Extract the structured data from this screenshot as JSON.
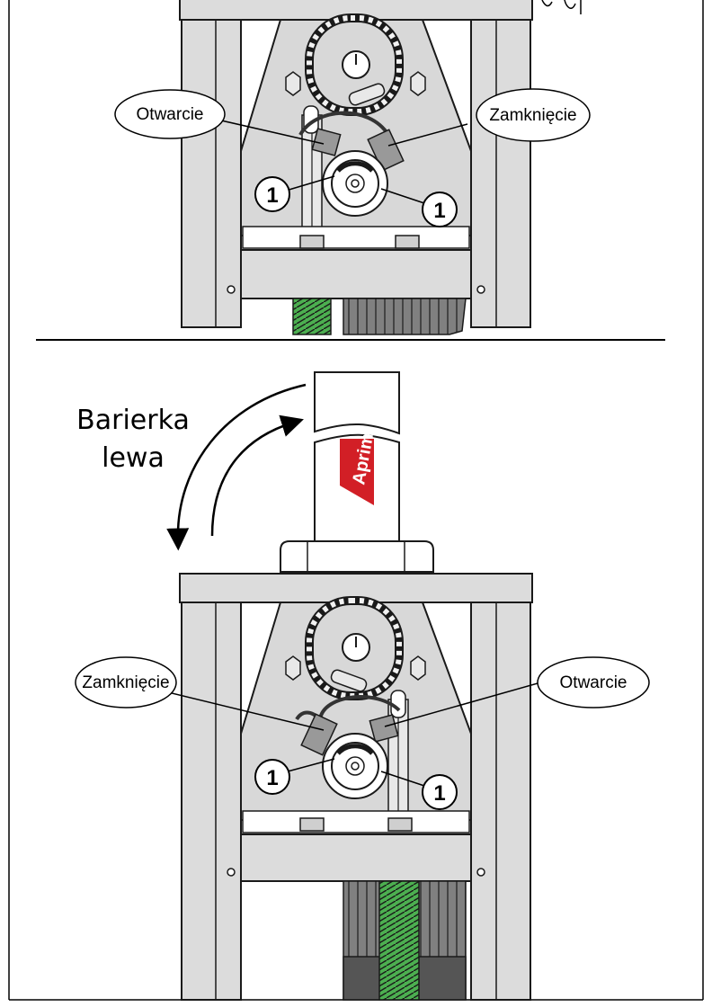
{
  "colors": {
    "frame": "#dcdcdc",
    "frame_dark": "#9a9a9a",
    "outline": "#1a1a1a",
    "brand_red": "#d21f26",
    "spring_green": "#4caf50",
    "dark_block": "#555555"
  },
  "top_panel": {
    "label_left": "Otwarcie",
    "label_right": "Zamknięcie",
    "badge_left": "1",
    "badge_right": "1"
  },
  "bottom_panel": {
    "title_line1": "Barierka",
    "title_line2": "lewa",
    "brand": "Aprim",
    "label_left": "Zamknięcie",
    "label_right": "Otwarcie",
    "badge_left": "1",
    "badge_right": "1"
  },
  "icons": {
    "rotation_arrow": "curved-arrow-icon",
    "chain": "chain-icon",
    "sprocket": "sprocket-icon",
    "spring": "spring-icon",
    "nut": "hex-nut-icon"
  }
}
